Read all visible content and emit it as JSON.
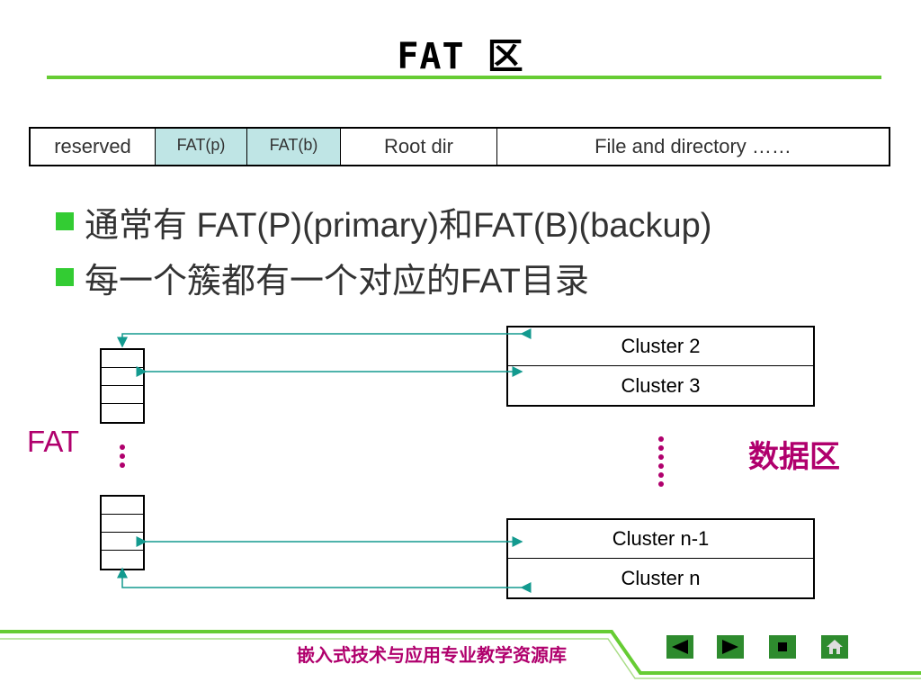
{
  "title": "FAT 区",
  "disk_layout": {
    "cells": [
      {
        "label": "reserved"
      },
      {
        "label": "FAT(p)"
      },
      {
        "label": "FAT(b)"
      },
      {
        "label": "Root dir"
      },
      {
        "label": "File and directory ……"
      }
    ]
  },
  "bullets": [
    "通常有 FAT(P)(primary)和FAT(B)(backup)",
    "每一个簇都有一个对应的FAT目录"
  ],
  "diagram": {
    "fat_label": "FAT",
    "data_area_label": "数据区",
    "clusters_top": [
      "Cluster 2",
      "Cluster 3"
    ],
    "clusters_bottom": [
      "Cluster n-1",
      "Cluster n"
    ],
    "arrow_color": "#139a8f",
    "accent_color": "#b0006d"
  },
  "footer": {
    "title": "嵌入式技术与应用专业教学资源库",
    "nav_buttons": [
      "previous-icon",
      "next-icon",
      "stop-icon",
      "home-icon"
    ]
  }
}
